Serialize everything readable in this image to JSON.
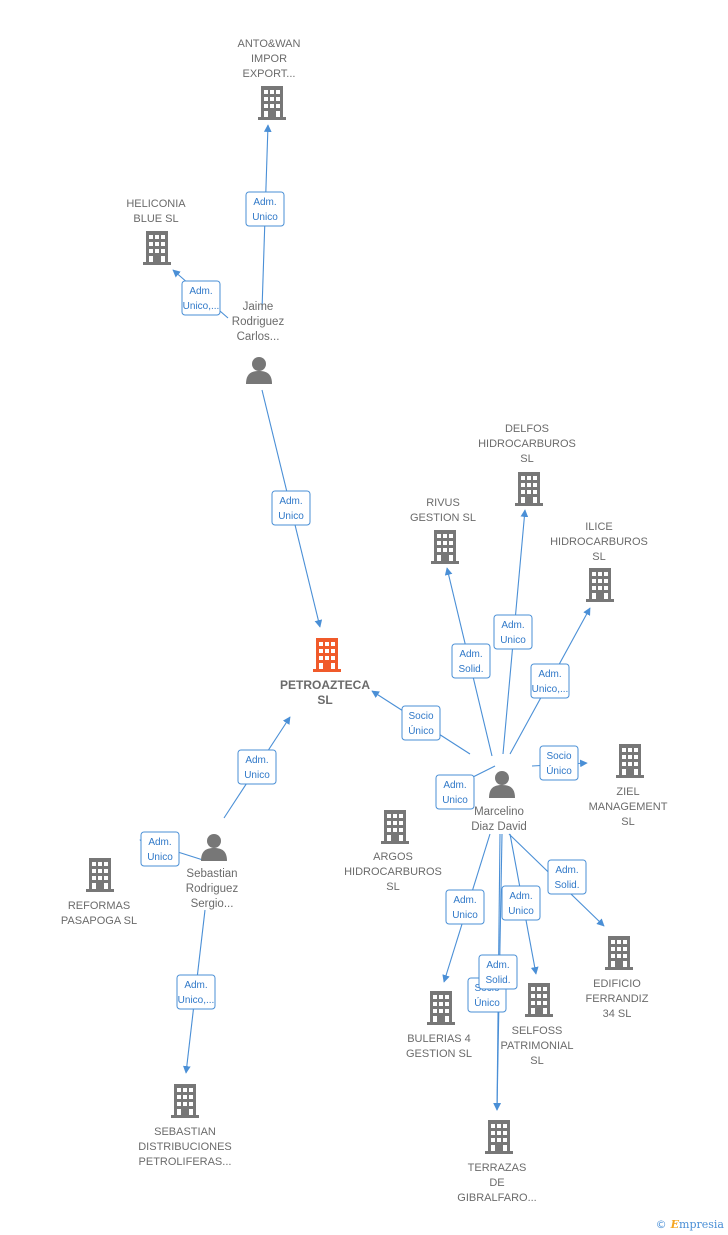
{
  "colors": {
    "node": "#777777",
    "focus": "#f05a2a",
    "edge": "#4a8fd6"
  },
  "nodes": [
    {
      "id": "antowan",
      "type": "company",
      "lines": [
        "ANTO&WAN",
        "IMPOR",
        "EXPORT..."
      ]
    },
    {
      "id": "heliconia",
      "type": "company",
      "lines": [
        "HELICONIA",
        "BLUE  SL"
      ]
    },
    {
      "id": "jaime",
      "type": "person",
      "lines": [
        "Jaime",
        "Rodriguez",
        "Carlos..."
      ]
    },
    {
      "id": "petro",
      "type": "focus",
      "lines": [
        "PETROAZTECA",
        "SL"
      ]
    },
    {
      "id": "sebastian",
      "type": "person",
      "lines": [
        "Sebastian",
        "Rodriguez",
        "Sergio..."
      ]
    },
    {
      "id": "reformas",
      "type": "company",
      "lines": [
        "REFORMAS",
        "PASAPOGA  SL"
      ]
    },
    {
      "id": "sebdist",
      "type": "company",
      "lines": [
        "SEBASTIAN",
        "DISTRIBUCIONES",
        "PETROLIFERAS..."
      ]
    },
    {
      "id": "delfos",
      "type": "company",
      "lines": [
        "DELFOS",
        "HIDROCARBUROS",
        "SL"
      ]
    },
    {
      "id": "rivus",
      "type": "company",
      "lines": [
        "RIVUS",
        "GESTION  SL"
      ]
    },
    {
      "id": "ilice",
      "type": "company",
      "lines": [
        "ILICE",
        "HIDROCARBUROS",
        "SL"
      ]
    },
    {
      "id": "marcelino",
      "type": "person",
      "lines": [
        "Marcelino",
        "Diaz David"
      ]
    },
    {
      "id": "ziel",
      "type": "company",
      "lines": [
        "ZIEL",
        "MANAGEMENT",
        "SL"
      ]
    },
    {
      "id": "argos",
      "type": "company",
      "lines": [
        "ARGOS",
        "HIDROCARBUROS",
        "SL"
      ]
    },
    {
      "id": "edificio",
      "type": "company",
      "lines": [
        "EDIFICIO",
        "FERRANDIZ",
        "34  SL"
      ]
    },
    {
      "id": "bulerias",
      "type": "company",
      "lines": [
        "BULERIAS 4",
        "GESTION SL"
      ]
    },
    {
      "id": "selfoss",
      "type": "company",
      "lines": [
        "SELFOSS",
        "PATRIMONIAL",
        "SL"
      ]
    },
    {
      "id": "terrazas",
      "type": "company",
      "lines": [
        "TERRAZAS",
        "DE",
        "GIBRALFARO..."
      ]
    }
  ],
  "edges": [
    {
      "from": "jaime",
      "to": "antowan",
      "label": [
        "Adm.",
        "Unico"
      ]
    },
    {
      "from": "jaime",
      "to": "heliconia",
      "label": [
        "Adm.",
        "Unico,..."
      ]
    },
    {
      "from": "jaime",
      "to": "petro",
      "label": [
        "Adm.",
        "Unico"
      ]
    },
    {
      "from": "sebastian",
      "to": "petro",
      "label": [
        "Adm.",
        "Unico"
      ]
    },
    {
      "from": "sebastian",
      "to": "reformas",
      "label": [
        "Adm.",
        "Unico"
      ]
    },
    {
      "from": "sebastian",
      "to": "sebdist",
      "label": [
        "Adm.",
        "Unico,..."
      ]
    },
    {
      "from": "marcelino",
      "to": "petro",
      "label": [
        "Socio",
        "Único"
      ]
    },
    {
      "from": "marcelino",
      "to": "rivus",
      "label": [
        "Adm.",
        "Solid."
      ]
    },
    {
      "from": "marcelino",
      "to": "delfos",
      "label": [
        "Adm.",
        "Unico"
      ]
    },
    {
      "from": "marcelino",
      "to": "ilice",
      "label": [
        "Adm.",
        "Unico,..."
      ]
    },
    {
      "from": "marcelino",
      "to": "ziel",
      "label": [
        "Socio",
        "Único"
      ]
    },
    {
      "from": "marcelino",
      "to": "argos",
      "label": [
        "Adm.",
        "Unico"
      ]
    },
    {
      "from": "marcelino",
      "to": "edificio",
      "label": [
        "Adm.",
        "Solid."
      ]
    },
    {
      "from": "marcelino",
      "to": "bulerias",
      "label": [
        "Adm.",
        "Unico"
      ]
    },
    {
      "from": "marcelino",
      "to": "selfoss",
      "label": [
        "Adm.",
        "Unico"
      ]
    },
    {
      "from": "marcelino",
      "to": "terrazas",
      "label": [
        "Socio",
        "Único"
      ]
    },
    {
      "from": "marcelino",
      "to": "terrazas",
      "label": [
        "Adm.",
        "Solid."
      ]
    }
  ],
  "footer": {
    "symbol": "©",
    "brand_initial": "E",
    "brand_rest": "mpresia"
  }
}
